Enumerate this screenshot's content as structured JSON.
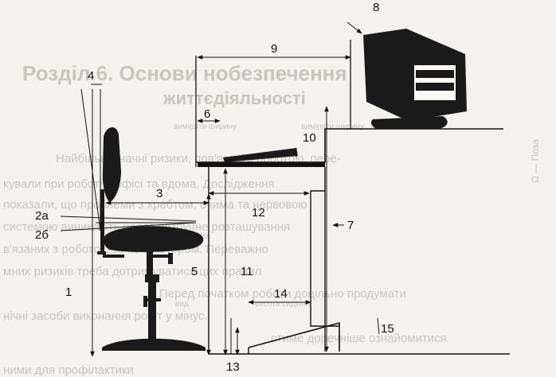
{
  "background_text": {
    "heading": "Розділ 6. Основи нобезпечення",
    "heading2": "життєдіяльності",
    "paragraph_lines": [
      "Найбільш значні ризики, пов'язані з роботою, пере-",
      "кували при роботі в офісі та вдома. Дослідження",
      "показали, що проблеми з хребтом, очима та нервовою",
      "системою виникають через незручне розташування",
      "в'язаних з роботою за комп'ютером. Переважно",
      "мних ризиків треба дотримуватися цих правил",
      "Перед початком роботи доцільно продумати",
      "нічні засоби виконання робіт у мінус.",
      "стиме доречніше ознайомитися",
      "ними для профілактики"
    ],
    "side_text": "Ω — Поза",
    "small_labels": [
      "виміряти ширину",
      "виміряти ширину",
      "висота",
      "вид",
      "висота сидіння"
    ]
  },
  "labels": {
    "n1": "1",
    "n2a": "2а",
    "n2b": "2б",
    "n3": "3",
    "n4": "4",
    "n5": "5",
    "n6": "6",
    "n7": "7",
    "n8": "8",
    "n9": "9",
    "n10": "10",
    "n11": "11",
    "n12": "12",
    "n13": "13",
    "n14": "14",
    "n15": "15"
  },
  "colors": {
    "ink": "#111111",
    "paper": "#f4f2ee",
    "ghost": "#c9c6c0"
  }
}
